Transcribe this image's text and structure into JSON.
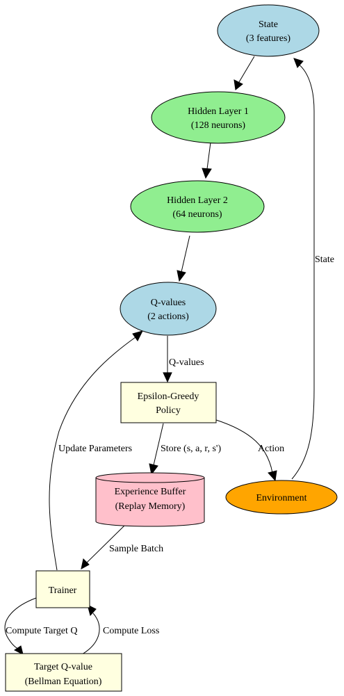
{
  "colors": {
    "light_blue": "#add8e6",
    "light_green": "#90ee90",
    "light_yellow": "#ffffe0",
    "pink": "#ffc0cb",
    "orange": "#ffa500"
  },
  "nodes": {
    "state": {
      "line1": "State",
      "line2": "(3 features)"
    },
    "hidden1": {
      "line1": "Hidden Layer 1",
      "line2": "(128 neurons)"
    },
    "hidden2": {
      "line1": "Hidden Layer 2",
      "line2": "(64 neurons)"
    },
    "qvalues": {
      "line1": "Q-values",
      "line2": "(2 actions)"
    },
    "policy": {
      "line1": "Epsilon-Greedy",
      "line2": "Policy"
    },
    "buffer": {
      "line1": "Experience Buffer",
      "line2": "(Replay Memory)"
    },
    "environment": {
      "label": "Environment"
    },
    "trainer": {
      "label": "Trainer"
    },
    "target": {
      "line1": "Target Q-value",
      "line2": "(Bellman Equation)"
    }
  },
  "edges": {
    "qvalues_to_policy": "Q-values",
    "policy_to_buffer": "Store (s, a, r, s')",
    "policy_to_env": "Action",
    "env_to_state": "State",
    "buffer_to_trainer": "Sample Batch",
    "trainer_to_qvalues": "Update Parameters",
    "trainer_to_target": "Compute Target Q",
    "target_to_trainer": "Compute Loss"
  }
}
